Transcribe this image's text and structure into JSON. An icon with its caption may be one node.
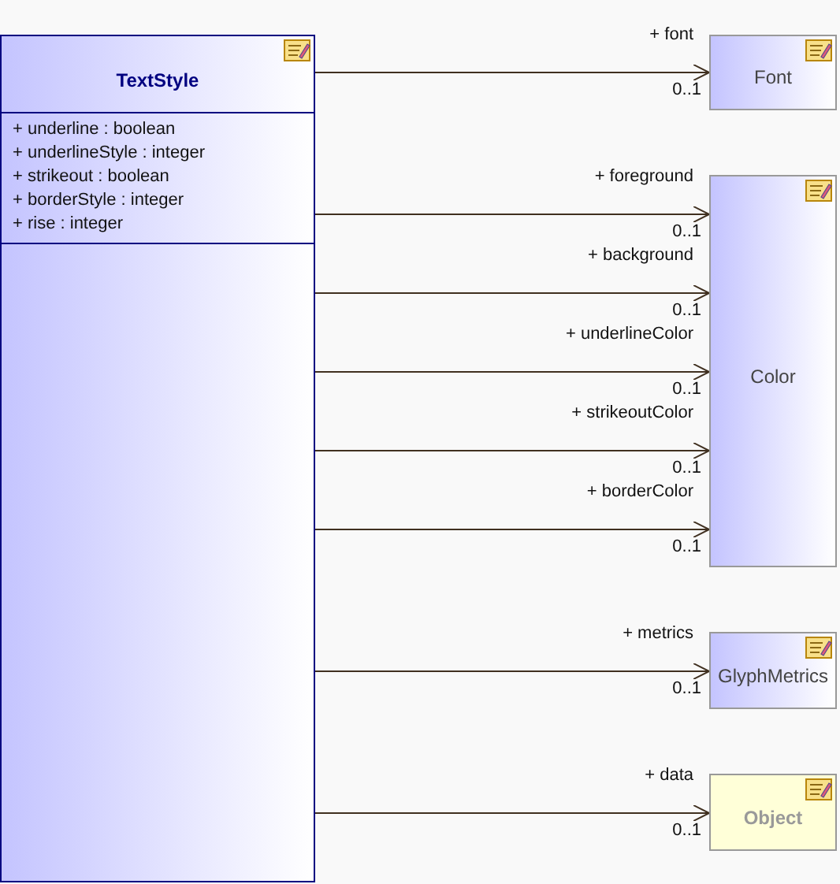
{
  "diagram": {
    "nodes": [
      {
        "text": [
          "TextStyle",
          "+ underline : boolean",
          "+ underlineStyle : integer",
          "+ strikeout : boolean",
          "+ borderStyle : integer",
          "+ rise : integer"
        ]
      },
      {
        "text": [
          "Font"
        ]
      },
      {
        "text": [
          "Color"
        ]
      },
      {
        "text": [
          "GlyphMetrics"
        ]
      },
      {
        "text": [
          "Object"
        ]
      }
    ],
    "edges": [
      {
        "from": 0,
        "to": 1,
        "arrow": "to",
        "label": "+ font"
      },
      {
        "from": 0,
        "to": 2,
        "arrow": "to",
        "label": "+ foreground"
      },
      {
        "from": 0,
        "to": 2,
        "arrow": "to",
        "label": "+ background"
      },
      {
        "from": 0,
        "to": 2,
        "arrow": "to",
        "label": "+ underlineColor"
      },
      {
        "from": 0,
        "to": 2,
        "arrow": "to",
        "label": "+ strikeoutColor"
      },
      {
        "from": 0,
        "to": 2,
        "arrow": "to",
        "label": "+ borderColor"
      },
      {
        "from": 0,
        "to": 3,
        "arrow": "to",
        "label": "+ metrics"
      },
      {
        "from": 0,
        "to": 4,
        "arrow": "to",
        "label": "+ data"
      }
    ],
    "labels": [
      "0..1",
      "0..1",
      "0..1",
      "0..1",
      "0..1",
      "0..1",
      "0..1",
      "0..1"
    ]
  }
}
